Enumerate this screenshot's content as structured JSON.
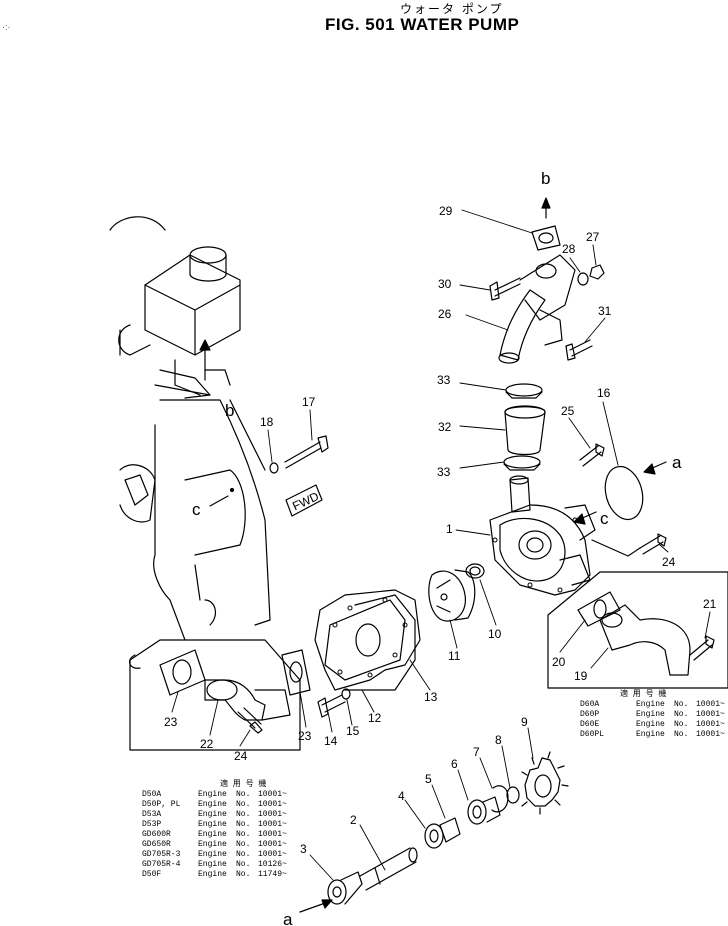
{
  "header": {
    "title_jp": "ウォータ ポンプ",
    "title_en": "FIG. 501  WATER PUMP"
  },
  "arrow_letters": [
    "b",
    "b",
    "c",
    "c",
    "a",
    "a"
  ],
  "callouts": [
    "1",
    "2",
    "3",
    "4",
    "5",
    "6",
    "7",
    "8",
    "9",
    "10",
    "11",
    "12",
    "13",
    "14",
    "15",
    "16",
    "17",
    "18",
    "19",
    "20",
    "21",
    "22",
    "23",
    "23",
    "24",
    "24",
    "25",
    "26",
    "27",
    "28",
    "29",
    "30",
    "31",
    "32",
    "33",
    "33"
  ],
  "fwd_label": "FWD",
  "table_left": {
    "header": "適 用 号 機",
    "rows": [
      {
        "model": "D50A",
        "label": "Engine",
        "no": "No.",
        "serial": "10001~"
      },
      {
        "model": "D50P, PL",
        "label": "Engine",
        "no": "No.",
        "serial": "10001~"
      },
      {
        "model": "D53A",
        "label": "Engine",
        "no": "No.",
        "serial": "10001~"
      },
      {
        "model": "D53P",
        "label": "Engine",
        "no": "No.",
        "serial": "10001~"
      },
      {
        "model": "GD600R",
        "label": "Engine",
        "no": "No.",
        "serial": "10001~"
      },
      {
        "model": "GD650R",
        "label": "Engine",
        "no": "No.",
        "serial": "10001~"
      },
      {
        "model": "GD705R-3",
        "label": "Engine",
        "no": "No.",
        "serial": "10001~"
      },
      {
        "model": "GD705R-4",
        "label": "Engine",
        "no": "No.",
        "serial": "10126~"
      },
      {
        "model": "D50F",
        "label": "Engine",
        "no": "No.",
        "serial": "11749~"
      }
    ]
  },
  "table_right": {
    "header": "適 用 号 機",
    "rows": [
      {
        "model": "D60A",
        "label": "Engine",
        "no": "No.",
        "serial": "10001~"
      },
      {
        "model": "D60P",
        "label": "Engine",
        "no": "No.",
        "serial": "10001~"
      },
      {
        "model": "D60E",
        "label": "Engine",
        "no": "No.",
        "serial": "10001~"
      },
      {
        "model": "D60PL",
        "label": "Engine",
        "no": "No.",
        "serial": "10001~"
      }
    ]
  }
}
